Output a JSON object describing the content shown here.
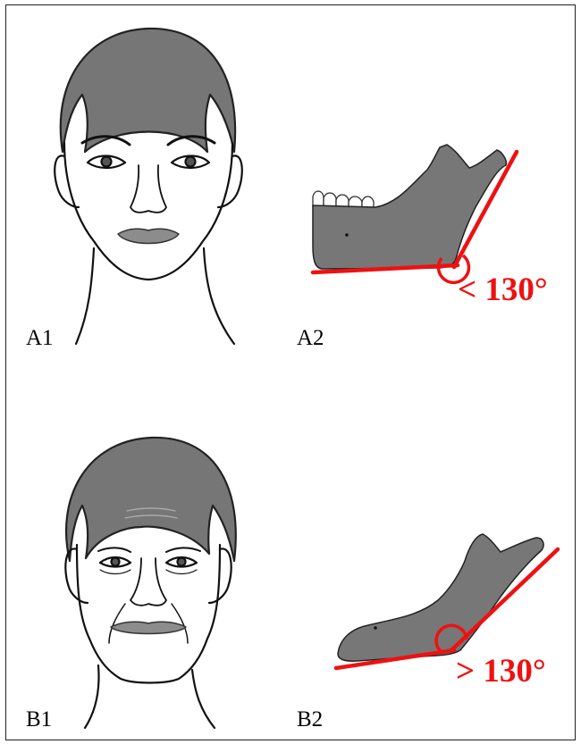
{
  "panels": {
    "a1": {
      "label": "A1"
    },
    "a2": {
      "label": "A2",
      "angle_text": "< 130°"
    },
    "b1": {
      "label": "B1"
    },
    "b2": {
      "label": "B2",
      "angle_text": "> 130°"
    }
  },
  "colors": {
    "bone": "#777777",
    "hair": "#767676",
    "lips": "#8c8c8c",
    "angle_line": "#ee1111",
    "outline": "#111111"
  }
}
